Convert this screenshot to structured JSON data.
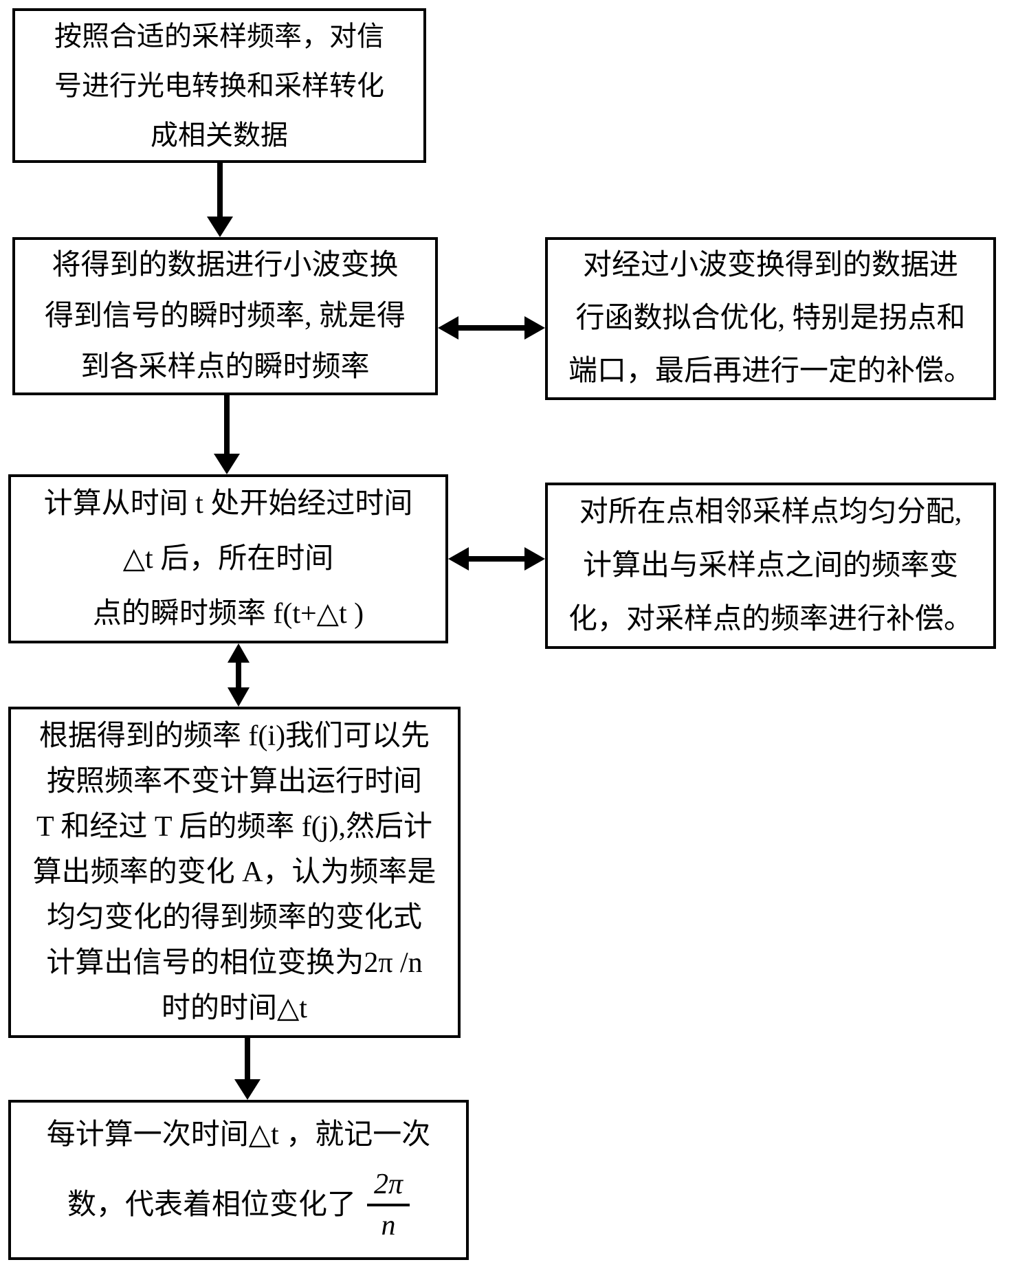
{
  "diagram": {
    "type": "flowchart",
    "colors": {
      "line": "#000000",
      "background": "#ffffff",
      "text": "#000000"
    },
    "boxes": {
      "box1": {
        "lines": [
          "按照合适的采样频率，对信",
          "号进行光电转换和采样转化",
          "成相关数据"
        ]
      },
      "box2": {
        "lines": [
          "将得到的数据进行小波变换",
          "得到信号的瞬时频率, 就是得",
          "到各采样点的瞬时频率"
        ]
      },
      "side1": {
        "lines": [
          "对经过小波变换得到的数据进",
          "行函数拟合优化, 特别是拐点和",
          "端口，最后再进行一定的补偿。"
        ]
      },
      "box3": {
        "lines": [
          "计算从时间 t 处开始经过时间",
          "△t 后，所在时间",
          "点的瞬时频率 f(t+△t )"
        ]
      },
      "side2": {
        "lines": [
          "对所在点相邻采样点均匀分配,",
          "计算出与采样点之间的频率变",
          "化，对采样点的频率进行补偿。"
        ]
      },
      "box4": {
        "lines": [
          "根据得到的频率 f(i)我们可以先",
          "按照频率不变计算出运行时间",
          "T 和经过 T 后的频率 f(j),然后计",
          "算出频率的变化 A，认为频率是",
          "均匀变化的得到频率的变化式",
          "计算出信号的相位变换为2π /n",
          "时的时间△t"
        ]
      },
      "box5": {
        "line1": "每计算一次时间△t ，就记一次",
        "line2_prefix": "数，代表着相位变化了",
        "fraction": {
          "numerator": "2π",
          "denominator": "n"
        }
      }
    }
  }
}
